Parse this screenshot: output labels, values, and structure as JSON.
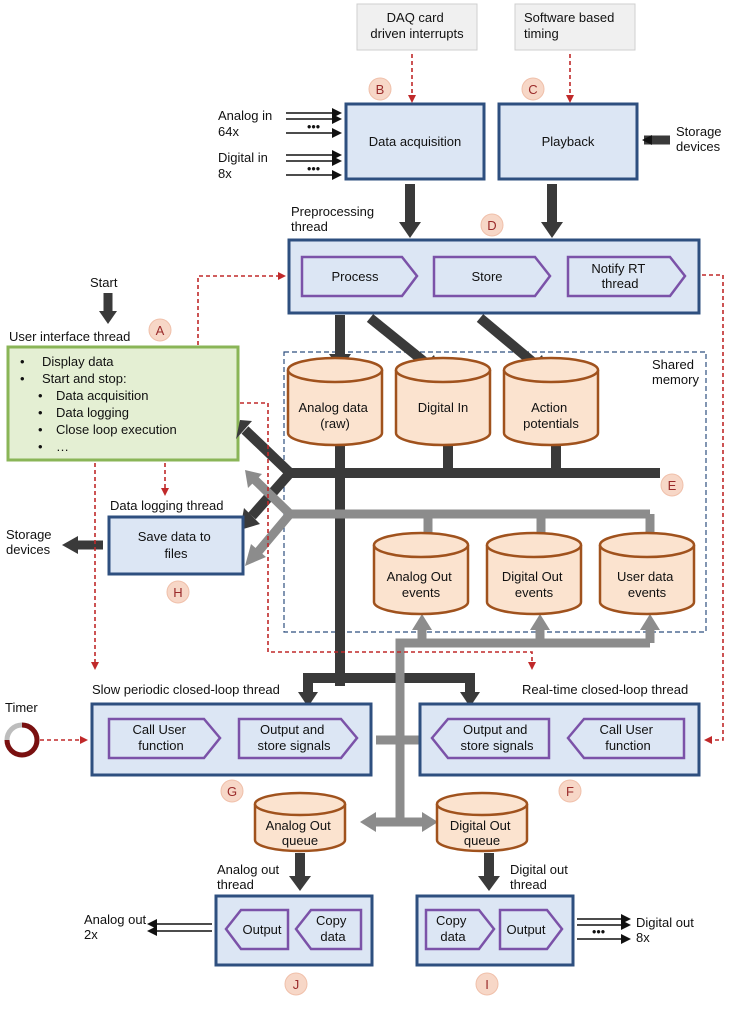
{
  "top_notes": {
    "daq_card": [
      "DAQ card",
      "driven interrupts"
    ],
    "software_timing": [
      "Software based",
      "timing"
    ]
  },
  "badges": {
    "a": "A",
    "b": "B",
    "c": "C",
    "d": "D",
    "e": "E",
    "f": "F",
    "g": "G",
    "h": "H",
    "i": "I",
    "j": "J"
  },
  "inputs": {
    "analog_in": [
      "Analog in",
      "64x"
    ],
    "digital_in": [
      "Digital in",
      "8x"
    ],
    "storage_right": [
      "Storage",
      "devices"
    ],
    "storage_left": [
      "Storage",
      "devices"
    ],
    "dots": "•••"
  },
  "boxes": {
    "data_acquisition": "Data acquisition",
    "playback": "Playback",
    "save_data": [
      "Save data to",
      "files"
    ]
  },
  "preprocessing": {
    "label": [
      "Preprocessing",
      "thread"
    ],
    "steps": [
      [
        "Process"
      ],
      [
        "Store"
      ],
      [
        "Notify RT",
        "thread"
      ]
    ]
  },
  "ui_thread": {
    "start": "Start",
    "label": "User interface thread",
    "items": [
      "Display data",
      "Start and stop:"
    ],
    "sub_items": [
      "Data acquisition",
      "Data logging",
      "Close loop execution",
      "…"
    ]
  },
  "shared_memory": {
    "label": [
      "Shared",
      "memory"
    ],
    "stores_top": [
      [
        "Analog data",
        "(raw)"
      ],
      [
        "Digital In"
      ],
      [
        "Action",
        "potentials"
      ]
    ],
    "stores_bottom": [
      [
        "Analog Out",
        "events"
      ],
      [
        "Digital Out",
        "events"
      ],
      [
        "User data",
        "events"
      ]
    ]
  },
  "data_logging_label": "Data logging thread",
  "slow_loop": {
    "label": "Slow periodic closed-loop thread",
    "steps": [
      [
        "Call User",
        "function"
      ],
      [
        "Output and",
        "store signals"
      ]
    ]
  },
  "rt_loop": {
    "label": "Real-time closed-loop thread",
    "steps": [
      [
        "Output and",
        "store signals"
      ],
      [
        "Call User",
        "function"
      ]
    ]
  },
  "timer": "Timer",
  "queues": {
    "analog": [
      "Analog Out",
      "queue"
    ],
    "digital": [
      "Digital Out",
      "queue"
    ]
  },
  "analog_out_thread": {
    "label": [
      "Analog out",
      "thread"
    ],
    "steps": [
      [
        "Output"
      ],
      [
        "Copy",
        "data"
      ]
    ],
    "out_label": [
      "Analog out",
      "2x"
    ]
  },
  "digital_out_thread": {
    "label": [
      "Digital out",
      "thread"
    ],
    "steps": [
      [
        "Copy",
        "data"
      ],
      [
        "Output"
      ]
    ],
    "out_label": [
      "Digital out",
      "8x"
    ]
  },
  "colors": {
    "thread_box_fill": "#dce6f4",
    "thread_box_border": "#2e4f7f",
    "ui_box_fill": "#e4efd3",
    "ui_box_border": "#8ab557",
    "cylinder_fill": "#fbe3cf",
    "cylinder_border": "#a0521d",
    "pentagon_border": "#7b52a8",
    "badge_fill": "#f7d7c7",
    "control_arrow": "#c0292a",
    "dark_arrow": "#3a3a3a",
    "gray_arrow": "#8c8c8c"
  }
}
